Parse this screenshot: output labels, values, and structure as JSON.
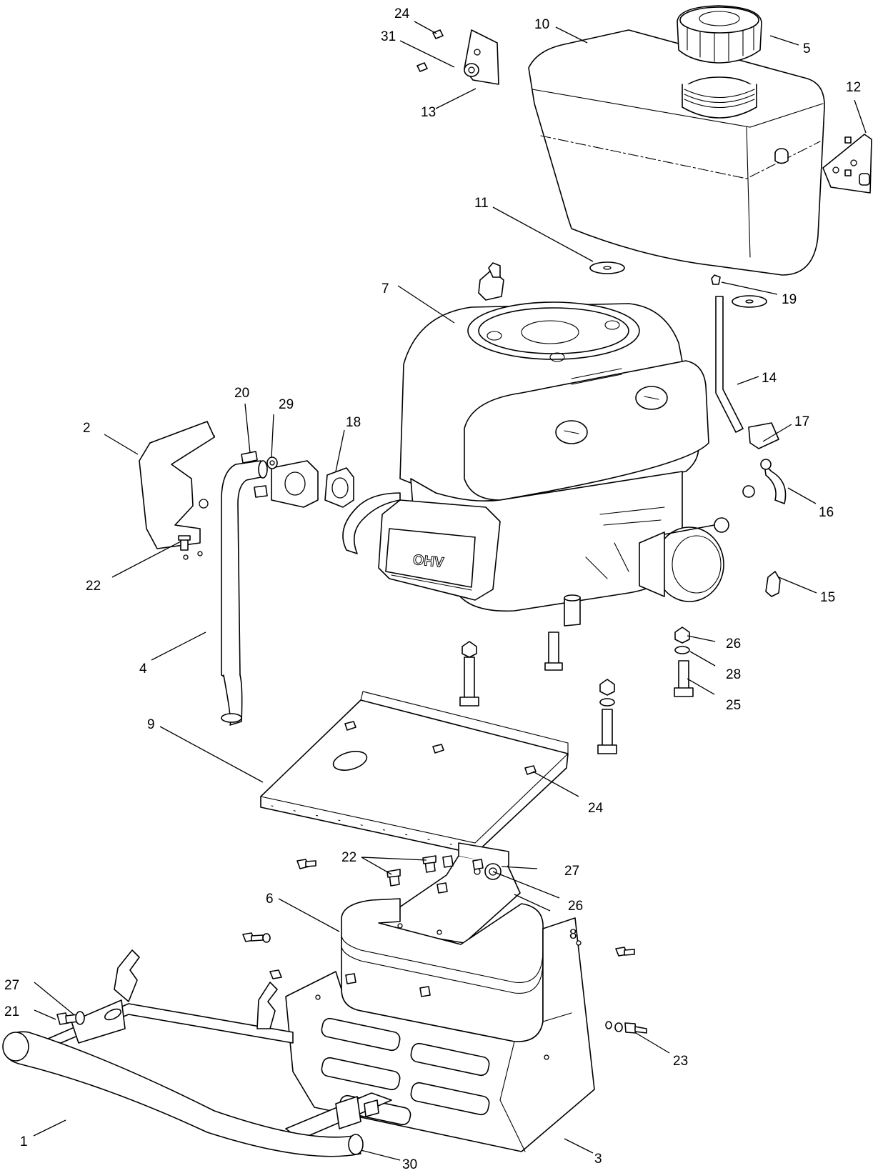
{
  "diagram": {
    "callouts": [
      {
        "id": "c24a",
        "text": "24"
      },
      {
        "id": "c31",
        "text": "31"
      },
      {
        "id": "c13",
        "text": "13"
      },
      {
        "id": "c10",
        "text": "10"
      },
      {
        "id": "c5",
        "text": "5"
      },
      {
        "id": "c12",
        "text": "12"
      },
      {
        "id": "c11",
        "text": "11"
      },
      {
        "id": "c19",
        "text": "19"
      },
      {
        "id": "c7",
        "text": "7"
      },
      {
        "id": "c14",
        "text": "14"
      },
      {
        "id": "c17",
        "text": "17"
      },
      {
        "id": "c16",
        "text": "16"
      },
      {
        "id": "c15",
        "text": "15"
      },
      {
        "id": "c20",
        "text": "20"
      },
      {
        "id": "c29",
        "text": "29"
      },
      {
        "id": "c18",
        "text": "18"
      },
      {
        "id": "c2",
        "text": "2"
      },
      {
        "id": "c22a",
        "text": "22"
      },
      {
        "id": "c4",
        "text": "4"
      },
      {
        "id": "c26a",
        "text": "26"
      },
      {
        "id": "c28",
        "text": "28"
      },
      {
        "id": "c25",
        "text": "25"
      },
      {
        "id": "c9",
        "text": "9"
      },
      {
        "id": "c24b",
        "text": "24"
      },
      {
        "id": "c22b",
        "text": "22"
      },
      {
        "id": "c27a",
        "text": "27"
      },
      {
        "id": "c26b",
        "text": "26"
      },
      {
        "id": "c6",
        "text": "6"
      },
      {
        "id": "c8",
        "text": "8"
      },
      {
        "id": "c27b",
        "text": "27"
      },
      {
        "id": "c21",
        "text": "21"
      },
      {
        "id": "c23",
        "text": "23"
      },
      {
        "id": "c1",
        "text": "1"
      },
      {
        "id": "c3",
        "text": "3"
      },
      {
        "id": "c30",
        "text": "30"
      }
    ],
    "engine_emboss": "OHV"
  }
}
